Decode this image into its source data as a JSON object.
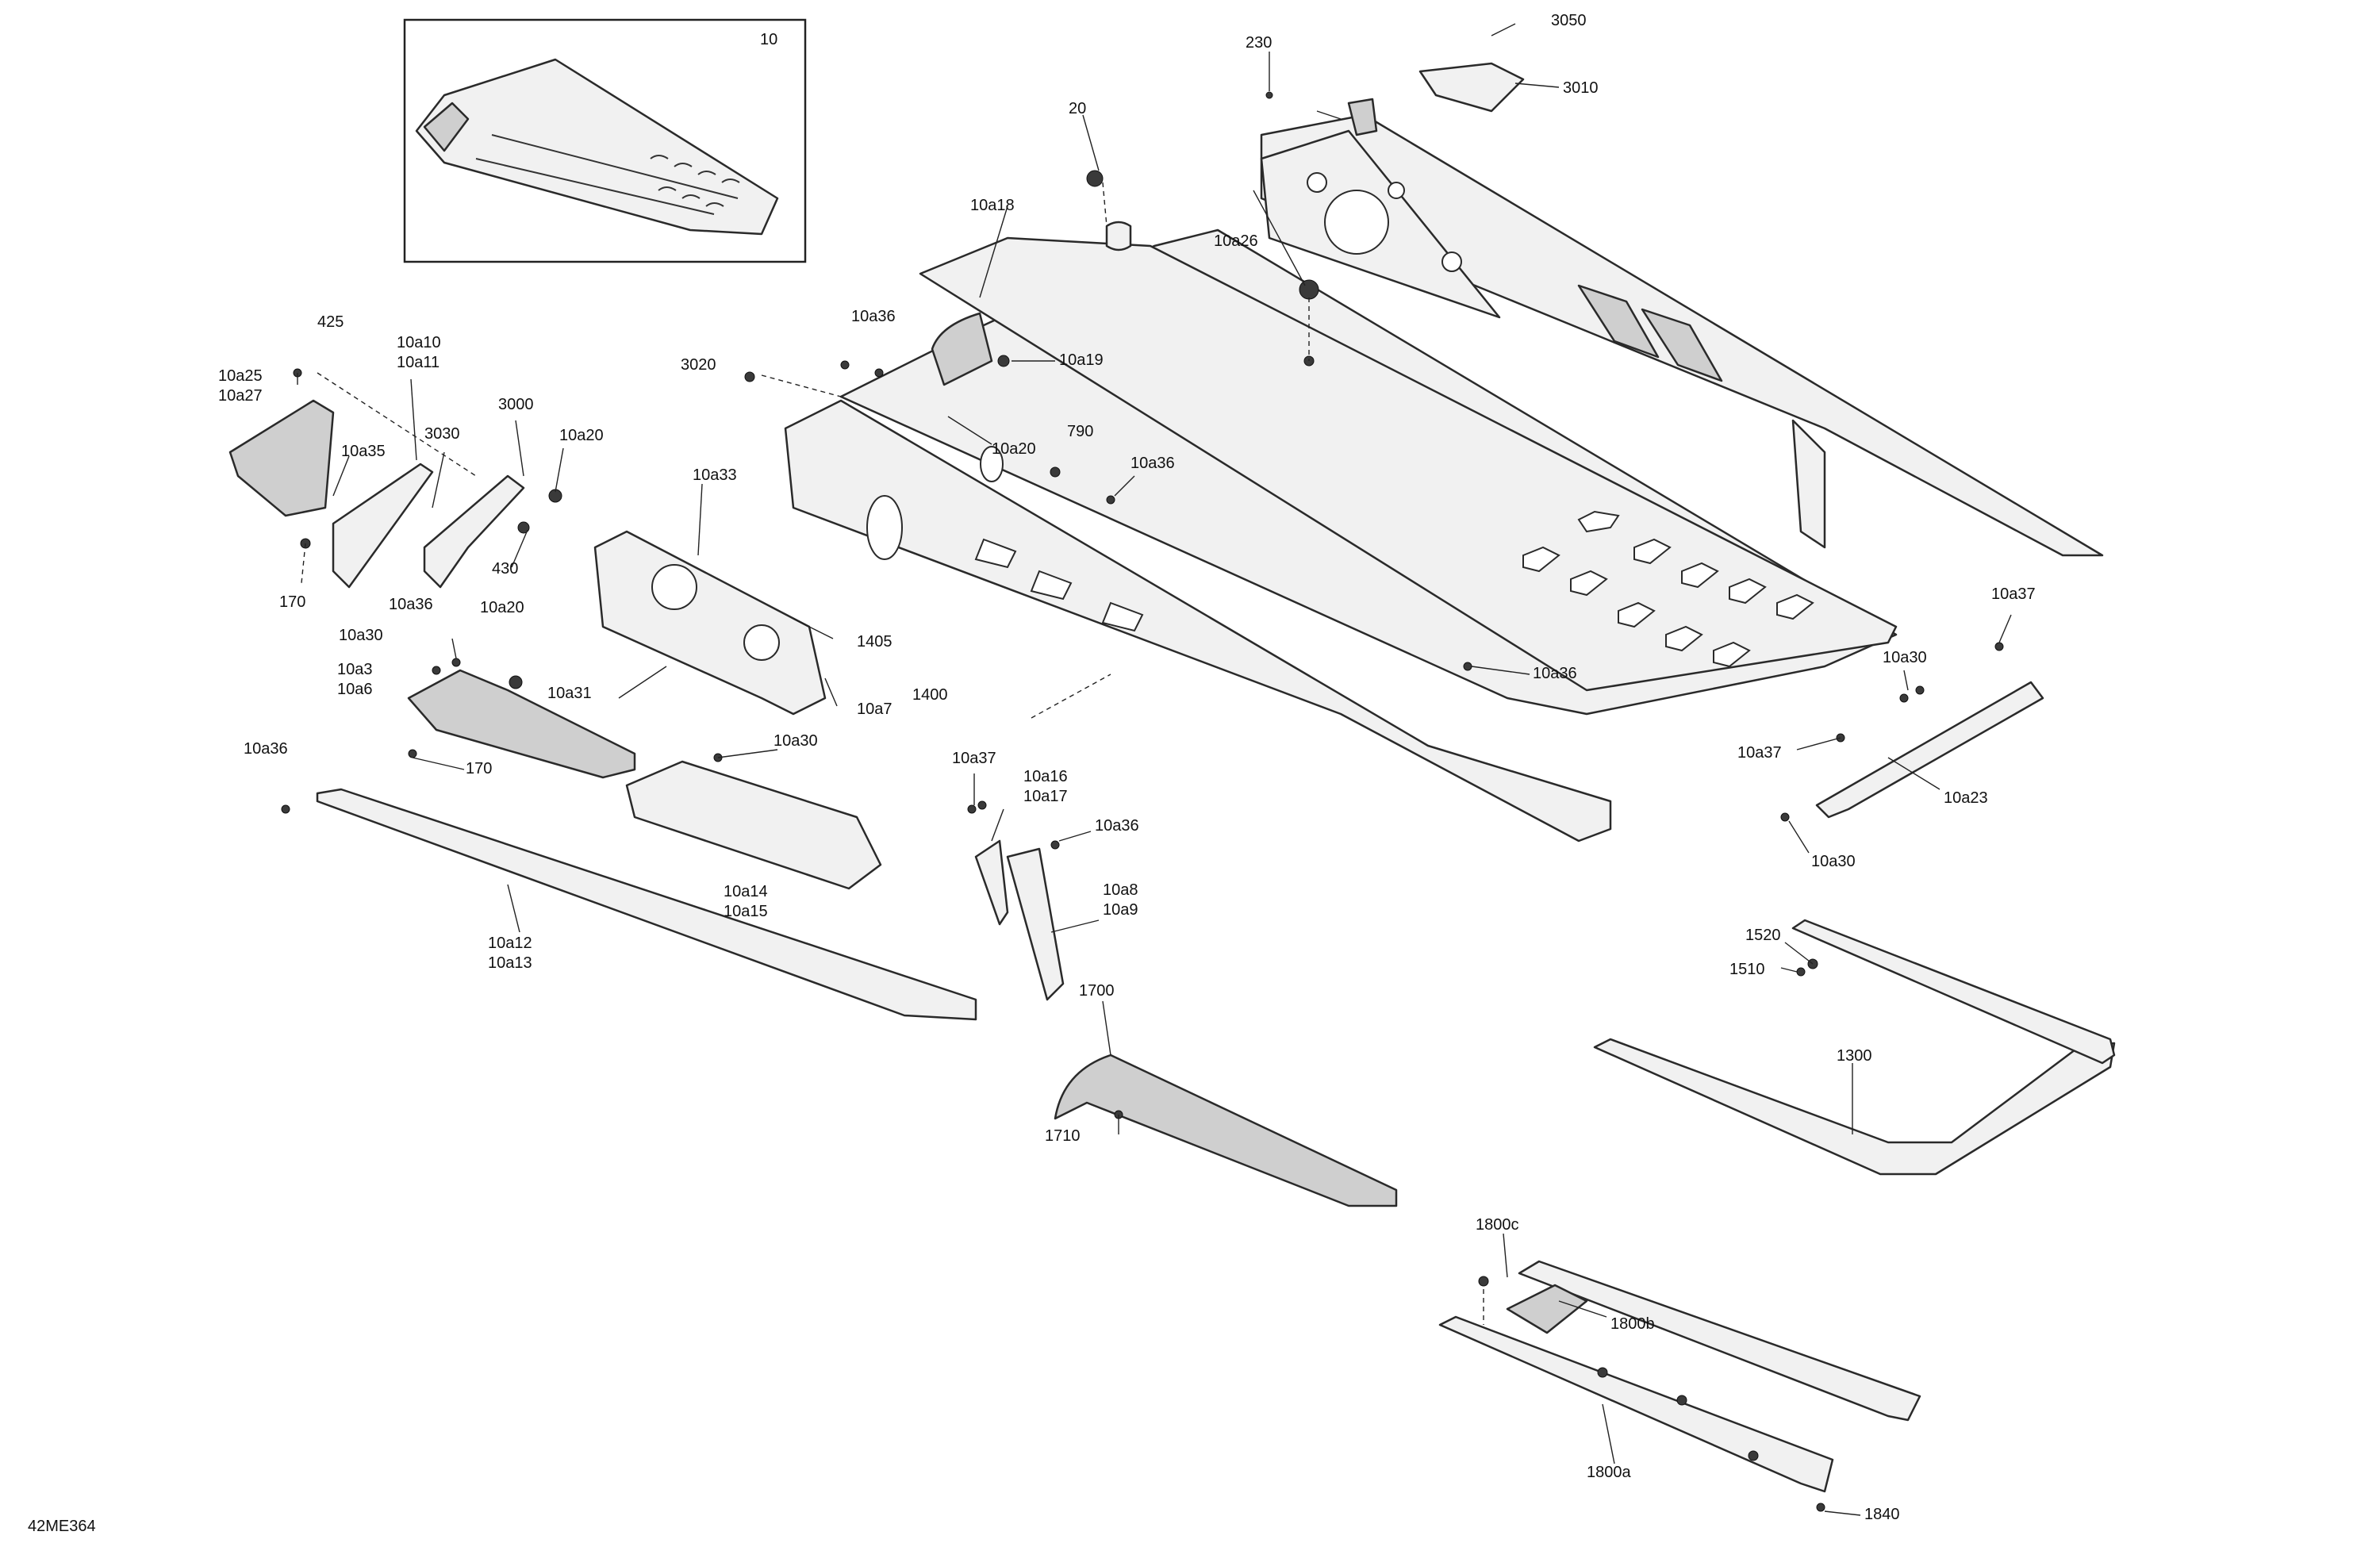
{
  "figure_code": "42ME364",
  "inset_label": "10",
  "callouts": {
    "c425": "425",
    "c10a25": "10a25",
    "c10a27": "10a27",
    "c10a10": "10a10",
    "c10a11": "10a11",
    "c3000": "3000",
    "c3030": "3030",
    "c10a35": "10a35",
    "c10a20_a": "10a20",
    "c430": "430",
    "c170_a": "170",
    "c10a36_a": "10a36",
    "c10a30_a": "10a30",
    "c10a20_b": "10a20",
    "c10a3": "10a3",
    "c10a6": "10a6",
    "c10a31": "10a31",
    "c10a33": "10a33",
    "c170_b": "170",
    "c10a36_b": "10a36",
    "c10a12": "10a12",
    "c10a13": "10a13",
    "c10a30_b": "10a30",
    "c10a14": "10a14",
    "c10a15": "10a15",
    "c3020": "3020",
    "c10a36_c": "10a36",
    "c10a18": "10a18",
    "c20": "20",
    "c10a19": "10a19",
    "c10a20_c": "10a20",
    "c790": "790",
    "c10a36_d": "10a36",
    "c1405": "1405",
    "c10a7": "10a7",
    "c1400": "1400",
    "c10a26": "10a26",
    "c230": "230",
    "c3050": "3050",
    "c3010": "3010",
    "c10a36_e": "10a36",
    "c10a37_a": "10a37",
    "c10a16": "10a16",
    "c10a17": "10a17",
    "c10a36_f": "10a36",
    "c10a8": "10a8",
    "c10a9": "10a9",
    "c1700": "1700",
    "c1710": "1710",
    "c10a37_b": "10a37",
    "c10a30_c": "10a30",
    "c10a37_c": "10a37",
    "c10a23": "10a23",
    "c10a30_d": "10a30",
    "c1520": "1520",
    "c1510": "1510",
    "c1300": "1300",
    "c1800c": "1800c",
    "c1800b": "1800b",
    "c1800a": "1800a",
    "c1840": "1840"
  }
}
